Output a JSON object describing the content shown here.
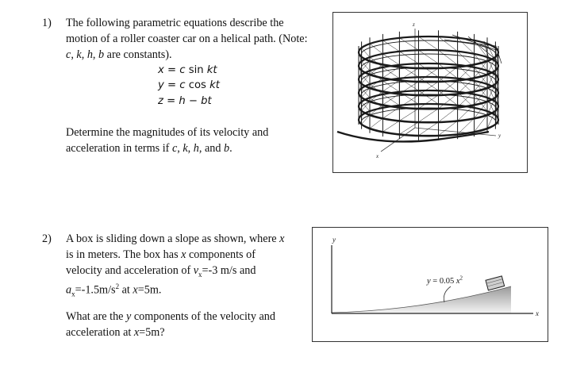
{
  "problem1": {
    "number": "1)",
    "lines": [
      "The following parametric equations describe the",
      "motion of a roller coaster car on a helical path. (Note:",
      "c, k, h, b are constants)."
    ],
    "equations": [
      "x = c sin kt",
      "y = c cos kt",
      "z = h − bt"
    ],
    "question_lines": [
      "Determine the magnitudes of its velocity and",
      "acceleration in terms if c, k, h, and b."
    ],
    "figure": {
      "axis_labels": {
        "z": "z",
        "x": "x",
        "y": "y"
      }
    }
  },
  "problem2": {
    "number": "2)",
    "lines": [
      "A box is sliding down a slope as shown, where x",
      "is in meters. The box has x components of",
      "velocity and acceleration of vx=-3 m/s and",
      "ax=-1.5m/s2 at x=5m."
    ],
    "question_lines": [
      "What are the y components of the velocity and",
      "acceleration at x=5m?"
    ],
    "figure": {
      "axis_labels": {
        "y": "y",
        "x": "x"
      },
      "curve_label": "y = 0.05 x2"
    }
  }
}
